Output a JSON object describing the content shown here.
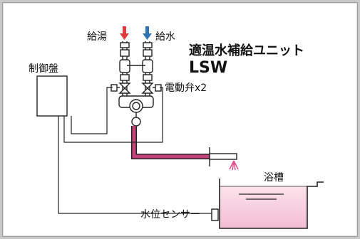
{
  "labels": {
    "hot_water": "給湯",
    "cold_water": "給水",
    "control_panel": "制御盤",
    "valves": "電動弁x2",
    "bathtub": "浴槽",
    "water_level_sensor": "水位センサー"
  },
  "title": {
    "line1": "適温水補給ユニット",
    "line2": "LSW"
  },
  "colors": {
    "hot_arrow": "#e03a3e",
    "cold_arrow": "#2f74b5",
    "supply_pipe": "#c4427a",
    "tub_water": "#f4c6d8",
    "spray": "#e0508a"
  }
}
